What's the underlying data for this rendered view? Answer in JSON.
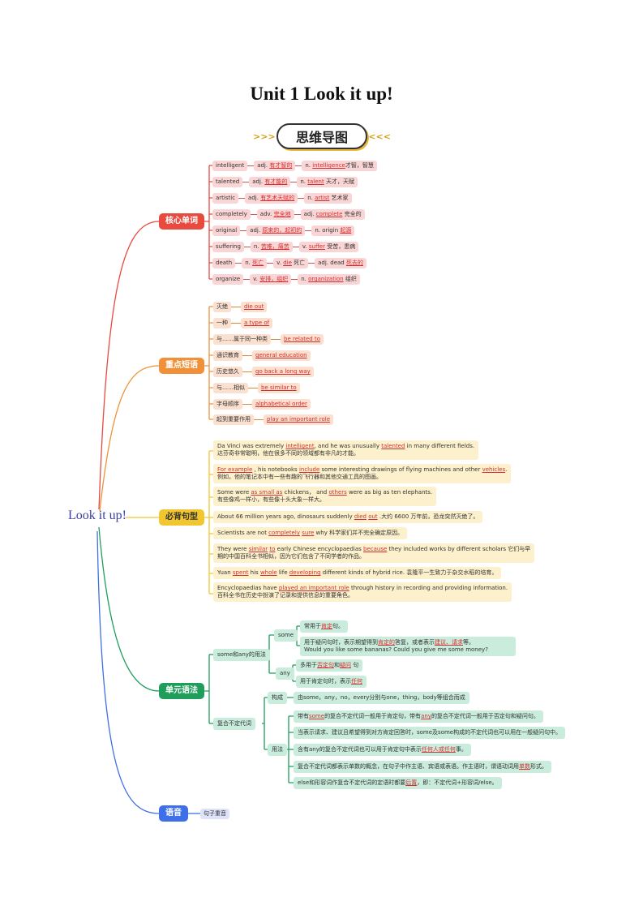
{
  "title": "Unit 1 Look it up!",
  "banner": {
    "left": ">>>",
    "label": "思维导图",
    "right": "<<<"
  },
  "root": "Look it up!",
  "colors": {
    "vocab": "#e84a3f",
    "phrases": "#f0913a",
    "sentences": "#f2c62e",
    "grammar": "#1f9e5b",
    "phonetics": "#3f6fe8"
  },
  "vocab": {
    "label": "核心单词",
    "rows": [
      [
        [
          {
            "t": "intelligent"
          }
        ],
        [
          {
            "t": "adj. "
          },
          {
            "t": "有才智的",
            "u": true
          }
        ],
        [
          {
            "t": "n. "
          },
          {
            "t": "intelligence",
            "u": true
          },
          {
            "t": "才智，智慧"
          }
        ]
      ],
      [
        [
          {
            "t": "talented"
          }
        ],
        [
          {
            "t": "adj. "
          },
          {
            "t": "有才能的",
            "u": true
          }
        ],
        [
          {
            "t": "n. "
          },
          {
            "t": "talent",
            "u": true
          },
          {
            "t": " 天才，天赋"
          }
        ]
      ],
      [
        [
          {
            "t": "artistic"
          }
        ],
        [
          {
            "t": "adj. "
          },
          {
            "t": "有艺术天赋的",
            "u": true
          }
        ],
        [
          {
            "t": "n. "
          },
          {
            "t": "artist",
            "u": true
          },
          {
            "t": " 艺术家"
          }
        ]
      ],
      [
        [
          {
            "t": "completely"
          }
        ],
        [
          {
            "t": "adv. "
          },
          {
            "t": "完全地",
            "u": true
          }
        ],
        [
          {
            "t": "adj. "
          },
          {
            "t": "complete",
            "u": true
          },
          {
            "t": " 完全的"
          }
        ]
      ],
      [
        [
          {
            "t": "original"
          }
        ],
        [
          {
            "t": "adj. "
          },
          {
            "t": "原来的，起初的",
            "u": true
          }
        ],
        [
          {
            "t": "n. origin "
          },
          {
            "t": "起源",
            "u": true
          }
        ]
      ],
      [
        [
          {
            "t": "suffering"
          }
        ],
        [
          {
            "t": "n. "
          },
          {
            "t": "苦难，痛苦",
            "u": true
          }
        ],
        [
          {
            "t": "v. "
          },
          {
            "t": "suffer",
            "u": true
          },
          {
            "t": " 受苦，患病"
          }
        ]
      ],
      [
        [
          {
            "t": "death"
          }
        ],
        [
          {
            "t": "n. "
          },
          {
            "t": "死亡",
            "u": true
          }
        ],
        [
          {
            "t": "v. "
          },
          {
            "t": "die",
            "u": true
          },
          {
            "t": " 死亡"
          }
        ],
        [
          {
            "t": "adj. dead "
          },
          {
            "t": "死去的",
            "u": true
          }
        ]
      ],
      [
        [
          {
            "t": "organize"
          }
        ],
        [
          {
            "t": "v. "
          },
          {
            "t": "安排，组织",
            "u": true
          }
        ],
        [
          {
            "t": "n. "
          },
          {
            "t": "organization",
            "u": true
          },
          {
            "t": " 组织"
          }
        ]
      ]
    ]
  },
  "phrases": {
    "label": "重点短语",
    "rows": [
      {
        "cn": "灭绝",
        "en": "die out"
      },
      {
        "cn": "一种",
        "en": "a type of"
      },
      {
        "cn": "与……属于同一种类",
        "en": "be related to"
      },
      {
        "cn": "通识教育",
        "en": "general education"
      },
      {
        "cn": "历史悠久",
        "en": "go back a long way"
      },
      {
        "cn": "与……相似",
        "en": "be similar to"
      },
      {
        "cn": "字母顺序",
        "en": "alphabetical order"
      },
      {
        "cn": "起到重要作用",
        "en": "play an important role"
      }
    ]
  },
  "sentences": {
    "label": "必背句型",
    "items": [
      [
        [
          {
            "t": "Da Vinci was extremely "
          },
          {
            "t": "intelligent",
            "u": true
          },
          {
            "t": ", and he was unusually "
          },
          {
            "t": "talented",
            "u": true
          },
          {
            "t": " in many different fields."
          }
        ],
        [
          {
            "t": "达芬奇非常聪明，他在很多不同的领域都有非凡的才能。"
          }
        ]
      ],
      [
        [
          {
            "t": "For example",
            "u": true
          },
          {
            "t": " , his notebooks "
          },
          {
            "t": "include",
            "u": true
          },
          {
            "t": " some interesting drawings of flying machines and other "
          },
          {
            "t": "vehicles",
            "u": true
          },
          {
            "t": "."
          }
        ],
        [
          {
            "t": "例如，他的笔记本中有一些有趣的飞行器和其他交通工具的图画。"
          }
        ]
      ],
      [
        [
          {
            "t": "Some were "
          },
          {
            "t": "as small as",
            "u": true
          },
          {
            "t": " chickens， and "
          },
          {
            "t": "others",
            "u": true
          },
          {
            "t": " were as big as ten elephants."
          }
        ],
        [
          {
            "t": "有些像鸡一样小，有些像十头大象一样大。"
          }
        ]
      ],
      [
        [
          {
            "t": "About 66 million years ago, dinosaurs suddenly "
          },
          {
            "t": "died",
            "u": true
          },
          {
            "t": " "
          },
          {
            "t": "out",
            "u": true
          },
          {
            "t": " .大约 6600 万年前，恐龙突然灭绝了。"
          }
        ]
      ],
      [
        [
          {
            "t": "Scientists are not "
          },
          {
            "t": "completely",
            "u": true
          },
          {
            "t": " "
          },
          {
            "t": "sure",
            "u": true
          },
          {
            "t": " why 科学家们并不完全确定原因。"
          }
        ]
      ],
      [
        [
          {
            "t": "They were "
          },
          {
            "t": "similar",
            "u": true
          },
          {
            "t": " "
          },
          {
            "t": "to",
            "u": true
          },
          {
            "t": " early Chinese encyclopaedias "
          },
          {
            "t": "because",
            "u": true
          },
          {
            "t": " they included works by different scholars 它们与早"
          }
        ],
        [
          {
            "t": "期的中国百科全书相似，因为它们包含了不同学者的作品。"
          }
        ]
      ],
      [
        [
          {
            "t": "Yuan "
          },
          {
            "t": "spent",
            "u": true
          },
          {
            "t": " his "
          },
          {
            "t": "whole",
            "u": true
          },
          {
            "t": " life "
          },
          {
            "t": "developing",
            "u": true
          },
          {
            "t": " different kinds of hybrid rice. 袁隆平一生致力于杂交水稻的培育。"
          }
        ]
      ],
      [
        [
          {
            "t": "Encyclopaedias have "
          },
          {
            "t": "played an important role",
            "u": true
          },
          {
            "t": " through history in recording and providing information."
          }
        ],
        [
          {
            "t": "百科全书在历史中扮演了记录和提供信息的重要角色。"
          }
        ]
      ]
    ]
  },
  "grammar": {
    "label": "单元语法",
    "some_any": {
      "label": "some和any的用法",
      "some": "some",
      "any": "any",
      "some_items": [
        [
          [
            {
              "t": "常用于"
            },
            {
              "t": "肯定",
              "u": true
            },
            {
              "t": "句。"
            }
          ]
        ],
        [
          [
            {
              "t": "用于疑问句时，表示期望得到"
            },
            {
              "t": "肯定的",
              "u": true
            },
            {
              "t": "答复，或者表示"
            },
            {
              "t": "建议、请求",
              "u": true
            },
            {
              "t": "等。"
            }
          ],
          [
            {
              "t": "Would you like some bananas?      Could you give me some money?"
            }
          ]
        ]
      ],
      "any_items": [
        [
          [
            {
              "t": "多用于"
            },
            {
              "t": "否定句",
              "u": true
            },
            {
              "t": "和"
            },
            {
              "t": "疑问",
              "u": true
            },
            {
              "t": " 句"
            }
          ]
        ],
        [
          [
            {
              "t": "用于肯定句时，表示"
            },
            {
              "t": "任何",
              "u": true
            }
          ]
        ]
      ]
    },
    "compound": {
      "label": "复合不定代词",
      "formation_label": "构成",
      "usage_label": "用法",
      "formation": [
        [
          {
            "t": "由some，any，no，every分别与one，thing，body等组合而成"
          }
        ]
      ],
      "usage": [
        [
          [
            {
              "t": "带有"
            },
            {
              "t": "some",
              "u": true
            },
            {
              "t": "的复合不定代词一般用于肯定句，带有"
            },
            {
              "t": "any",
              "u": true
            },
            {
              "t": "的复合不定代词一般用于否定句和疑问句。"
            }
          ]
        ],
        [
          [
            {
              "t": "当表示请求、建议且希望得到对方肯定回答时，some及some构成的不定代词也可以用在一般疑问句中。"
            }
          ]
        ],
        [
          [
            {
              "t": "含有any的复合不定代词也可以用于肯定句中表示"
            },
            {
              "t": "任何人或任何",
              "u": true
            },
            {
              "t": "事。"
            }
          ]
        ],
        [
          [
            {
              "t": "复合不定代词都表示单数的概念，在句子中作主语、宾语或表语。作主语时，谓语动词用"
            },
            {
              "t": "单数",
              "u": true
            },
            {
              "t": "形式。"
            }
          ]
        ],
        [
          [
            {
              "t": "else和形容词作复合不定代词的定语时都要"
            },
            {
              "t": "后置",
              "u": true
            },
            {
              "t": "，即：不定代词+形容词/else。"
            }
          ]
        ]
      ]
    }
  },
  "phonetics": {
    "label": "语音",
    "items": [
      "句子重音"
    ]
  }
}
